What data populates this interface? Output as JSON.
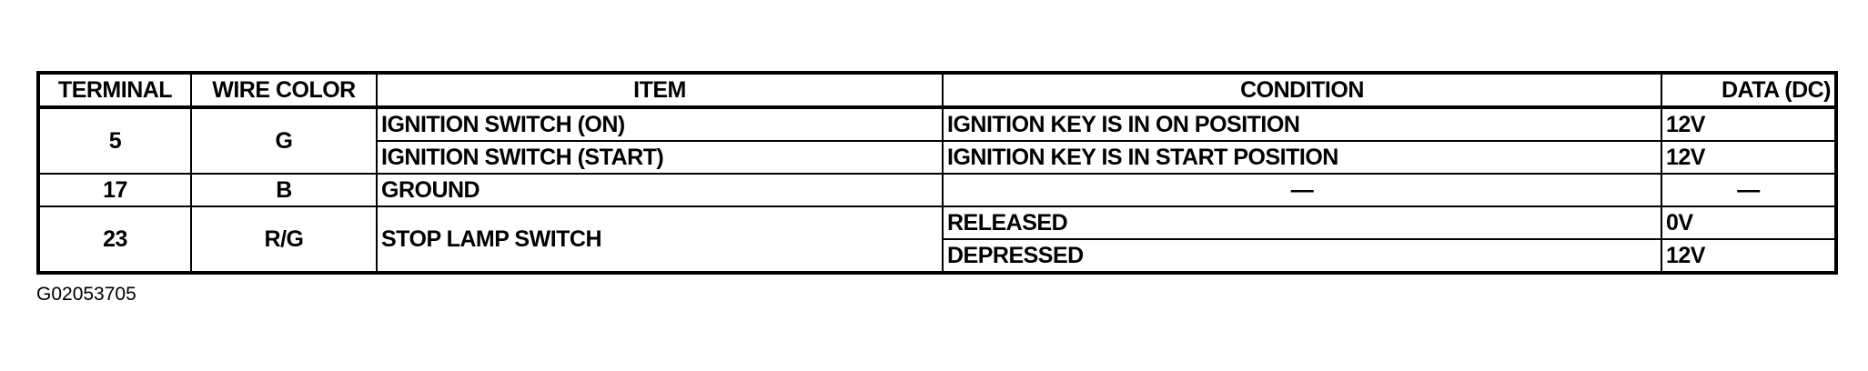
{
  "table": {
    "headers": {
      "terminal": "TERMINAL",
      "wire_color": "WIRE COLOR",
      "item": "ITEM",
      "condition": "CONDITION",
      "data": "DATA (DC)"
    },
    "rows": [
      {
        "terminal": "5",
        "wire_color": "G",
        "entries": [
          {
            "item": "IGNITION SWITCH (ON)",
            "condition": "IGNITION KEY IS IN ON POSITION",
            "data": "12V"
          },
          {
            "item": "IGNITION SWITCH (START)",
            "condition": "IGNITION KEY IS IN START POSITION",
            "data": "12V"
          }
        ]
      },
      {
        "terminal": "17",
        "wire_color": "B",
        "item": "GROUND",
        "condition": "—",
        "data": "—"
      },
      {
        "terminal": "23",
        "wire_color": "R/G",
        "item": "STOP LAMP SWITCH",
        "conditions": [
          {
            "condition": "RELEASED",
            "data": "0V"
          },
          {
            "condition": "DEPRESSED",
            "data": "12V"
          }
        ]
      }
    ]
  },
  "figure_id": "G02053705"
}
